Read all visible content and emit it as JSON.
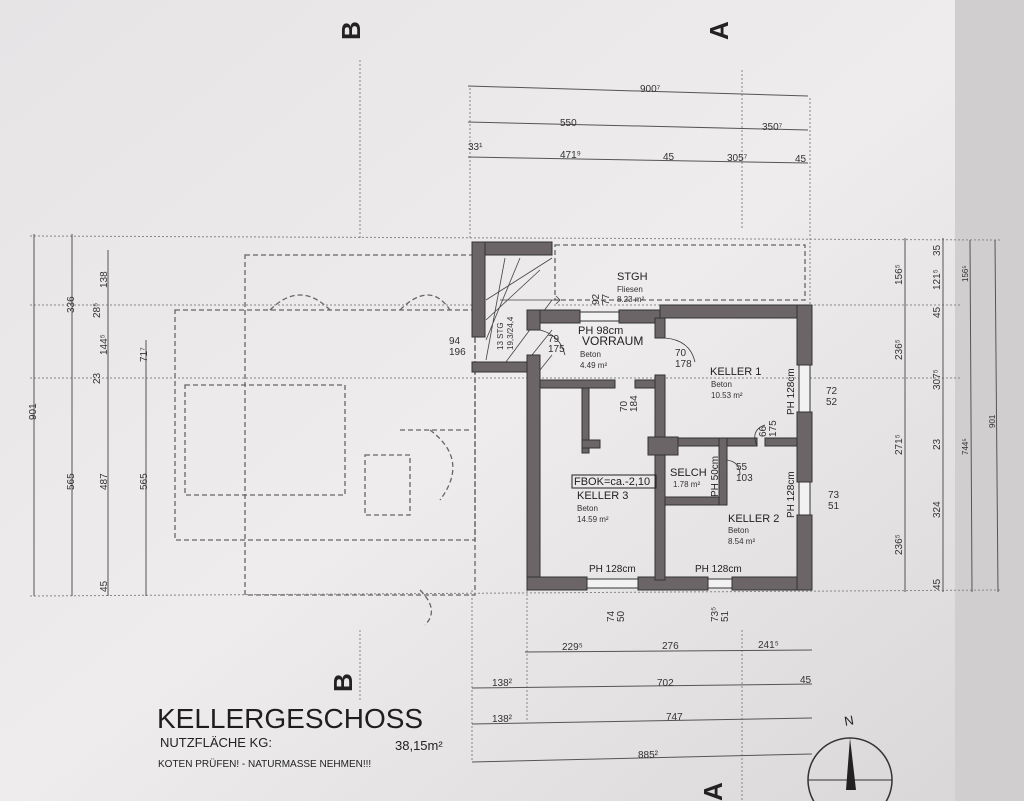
{
  "title": {
    "heading": "KELLERGESCHOSS",
    "area_label": "NUTZFLÄCHE KG:",
    "area_value": "38,15m²",
    "note": "KOTEN PRÜFEN! - NATURMASSE NEHMEN!!!"
  },
  "section_markers": {
    "b_top": "B",
    "a_top": "A",
    "b_bottom": "B",
    "a_bottom": "A"
  },
  "north": "N",
  "rooms": {
    "stgh": {
      "name": "STGH",
      "floor": "Fliesen",
      "area": "8.23 m²"
    },
    "vorraum": {
      "name": "VORRAUM",
      "floor": "Beton",
      "area": "4.49 m²",
      "ph": "PH 98cm"
    },
    "keller1": {
      "name": "KELLER 1",
      "floor": "Beton",
      "area": "10.53 m²",
      "ph": "PH 128cm"
    },
    "keller3": {
      "name": "KELLER 3",
      "floor": "Beton",
      "area": "14.59 m²",
      "ph": "PH 128cm",
      "fbok": "FBOK=ca.-2,10"
    },
    "selch": {
      "name": "SELCH",
      "area": "1.78 m²",
      "ph": "PH 50cm"
    },
    "keller2": {
      "name": "KELLER 2",
      "floor": "Beton",
      "area": "8.54 m²",
      "ph_side": "PH 128cm",
      "ph_bottom": "PH 128cm"
    }
  },
  "stair": {
    "label": "13 STG",
    "ratio": "19,3/24,4"
  },
  "openings": {
    "o1": [
      "92",
      "77"
    ],
    "o2": [
      "79",
      "175"
    ],
    "o3": [
      "70",
      "178"
    ],
    "o4": [
      "70",
      "184"
    ],
    "o5": [
      "66",
      "175"
    ],
    "o6": [
      "55",
      "103"
    ],
    "o7": [
      "72",
      "52"
    ],
    "o8": [
      "73",
      "51"
    ],
    "o9": [
      "74",
      "50"
    ],
    "o10": [
      "73⁵",
      "51"
    ],
    "o11": [
      "94",
      "196"
    ]
  },
  "dims": {
    "top": [
      "900⁷",
      "550",
      "350⁷",
      "33¹",
      "471⁹",
      "45",
      "305⁷",
      "45"
    ],
    "right": [
      "156⁵",
      "35",
      "121⁵",
      "45",
      "236⁵",
      "307⁵",
      "271⁵",
      "23",
      "324",
      "236⁵",
      "45",
      "156⁵",
      "744⁵",
      "901"
    ],
    "left": [
      "901",
      "336",
      "565",
      "138",
      "28⁵",
      "144⁵",
      "71⁷",
      "23",
      "487",
      "565",
      "45"
    ],
    "bottom": [
      "229⁵",
      "276",
      "241⁵",
      "138²",
      "702",
      "45",
      "138²",
      "747",
      "885²"
    ]
  }
}
